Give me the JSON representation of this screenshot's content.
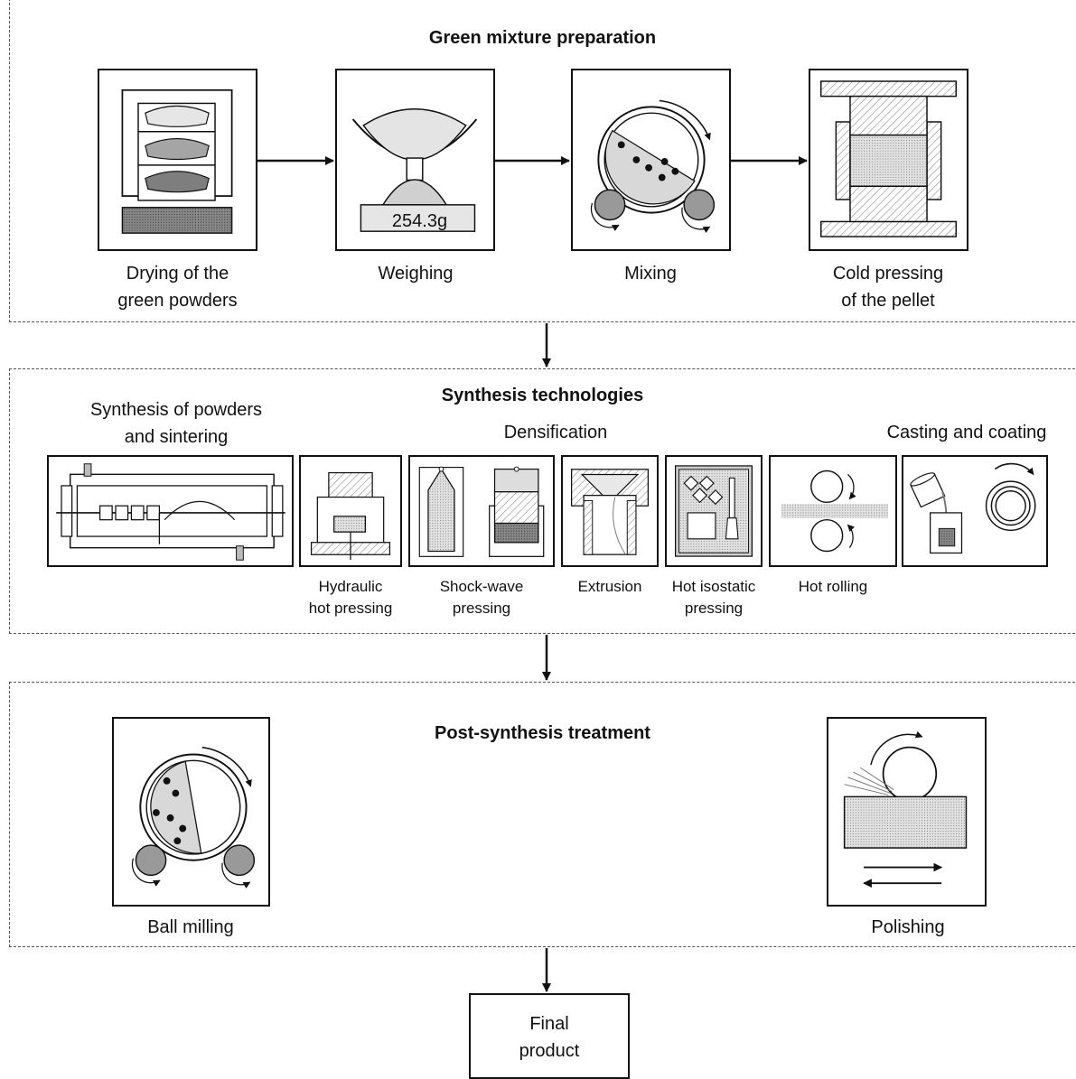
{
  "sections": {
    "green": {
      "title": "Green mixture preparation",
      "steps": [
        {
          "label": "Drying of the\ngreen powders",
          "icon": "drying-oven-icon"
        },
        {
          "label": "Weighing",
          "icon": "scale-icon",
          "scale_readout": "254.3g"
        },
        {
          "label": "Mixing",
          "icon": "mixer-drum-icon"
        },
        {
          "label": "Cold pressing\nof the pellet",
          "icon": "cold-press-icon"
        }
      ]
    },
    "synthesis": {
      "title": "Synthesis technologies",
      "groups": {
        "sintering": "Synthesis of powders\nand sintering",
        "densification": "Densification",
        "casting": "Casting and coating"
      },
      "methods": [
        {
          "label": "Hydraulic\nhot pressing",
          "icon": "hydraulic-press-icon"
        },
        {
          "label": "Shock-wave\npressing",
          "icon": "shock-wave-press-icon"
        },
        {
          "label": "Extrusion",
          "icon": "extrusion-die-icon"
        },
        {
          "label": "Hot isostatic\npressing",
          "icon": "isostatic-press-icon"
        },
        {
          "label": "Hot rolling",
          "icon": "rolling-mill-icon"
        }
      ]
    },
    "post": {
      "title": "Post-synthesis treatment",
      "steps": [
        {
          "label": "Ball milling",
          "icon": "ball-mill-icon"
        },
        {
          "label": "Polishing",
          "icon": "polishing-wheel-icon"
        }
      ]
    }
  },
  "final": {
    "label": "Final\nproduct"
  },
  "colors": {
    "line": "#111111",
    "fill_light": "#d6d6d6",
    "fill_mid": "#9a9a9a",
    "fill_dark": "#6e6e6e"
  }
}
